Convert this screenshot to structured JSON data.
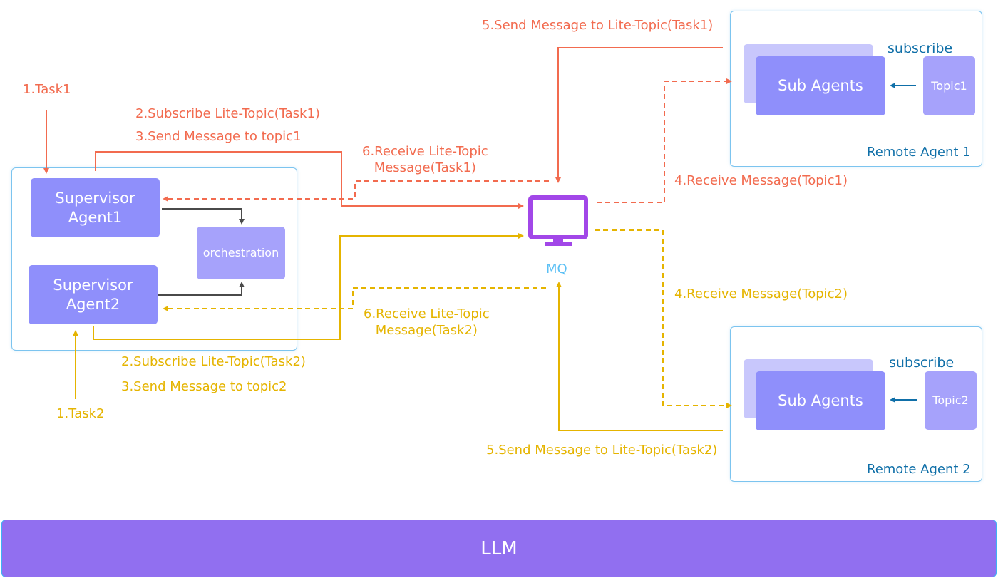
{
  "colors": {
    "task1": "#f26b4f",
    "task2": "#e5b400",
    "agent_box": "#8f8ffb",
    "orchestration_box": "#a6a2fb",
    "frame_border": "#7cc4ef",
    "mq_icon": "#a247e8",
    "mq_label": "#5cc0f5",
    "subscribe_text": "#0f6fa8",
    "llm_bar": "#916ff0"
  },
  "supervisor_group": {
    "agent1": "Supervisor Agent1",
    "agent1_line1": "Supervisor",
    "agent1_line2": "Agent1",
    "agent2_line1": "Supervisor",
    "agent2_line2": "Agent2",
    "orchestration": "orchestration"
  },
  "flow_task1": {
    "step1": "1.Task1",
    "step2": "2.Subscribe Lite-Topic(Task1)",
    "step3": "3.Send Message to topic1",
    "step4": "4.Receive Message(Topic1)",
    "step5": "5.Send Message to Lite-Topic(Task1)",
    "step6_line1": "6.Receive Lite-Topic",
    "step6_line2": "Message(Task1)"
  },
  "flow_task2": {
    "step1": "1.Task2",
    "step2": "2.Subscribe Lite-Topic(Task2)",
    "step3": "3.Send Message to topic2",
    "step4": "4.Receive Message(Topic2)",
    "step5": "5.Send Message to Lite-Topic(Task2)",
    "step6_line1": "6.Receive Lite-Topic",
    "step6_line2": "Message(Task2)"
  },
  "mq": {
    "label": "MQ",
    "icon": "monitor-icon"
  },
  "remote_agent_1": {
    "title": "Remote Agent 1",
    "sub_agents": "Sub Agents",
    "topic": "Topic1",
    "subscribe": "subscribe"
  },
  "remote_agent_2": {
    "title": "Remote Agent 2",
    "sub_agents": "Sub Agents",
    "topic": "Topic2",
    "subscribe": "subscribe"
  },
  "llm": {
    "label": "LLM"
  }
}
